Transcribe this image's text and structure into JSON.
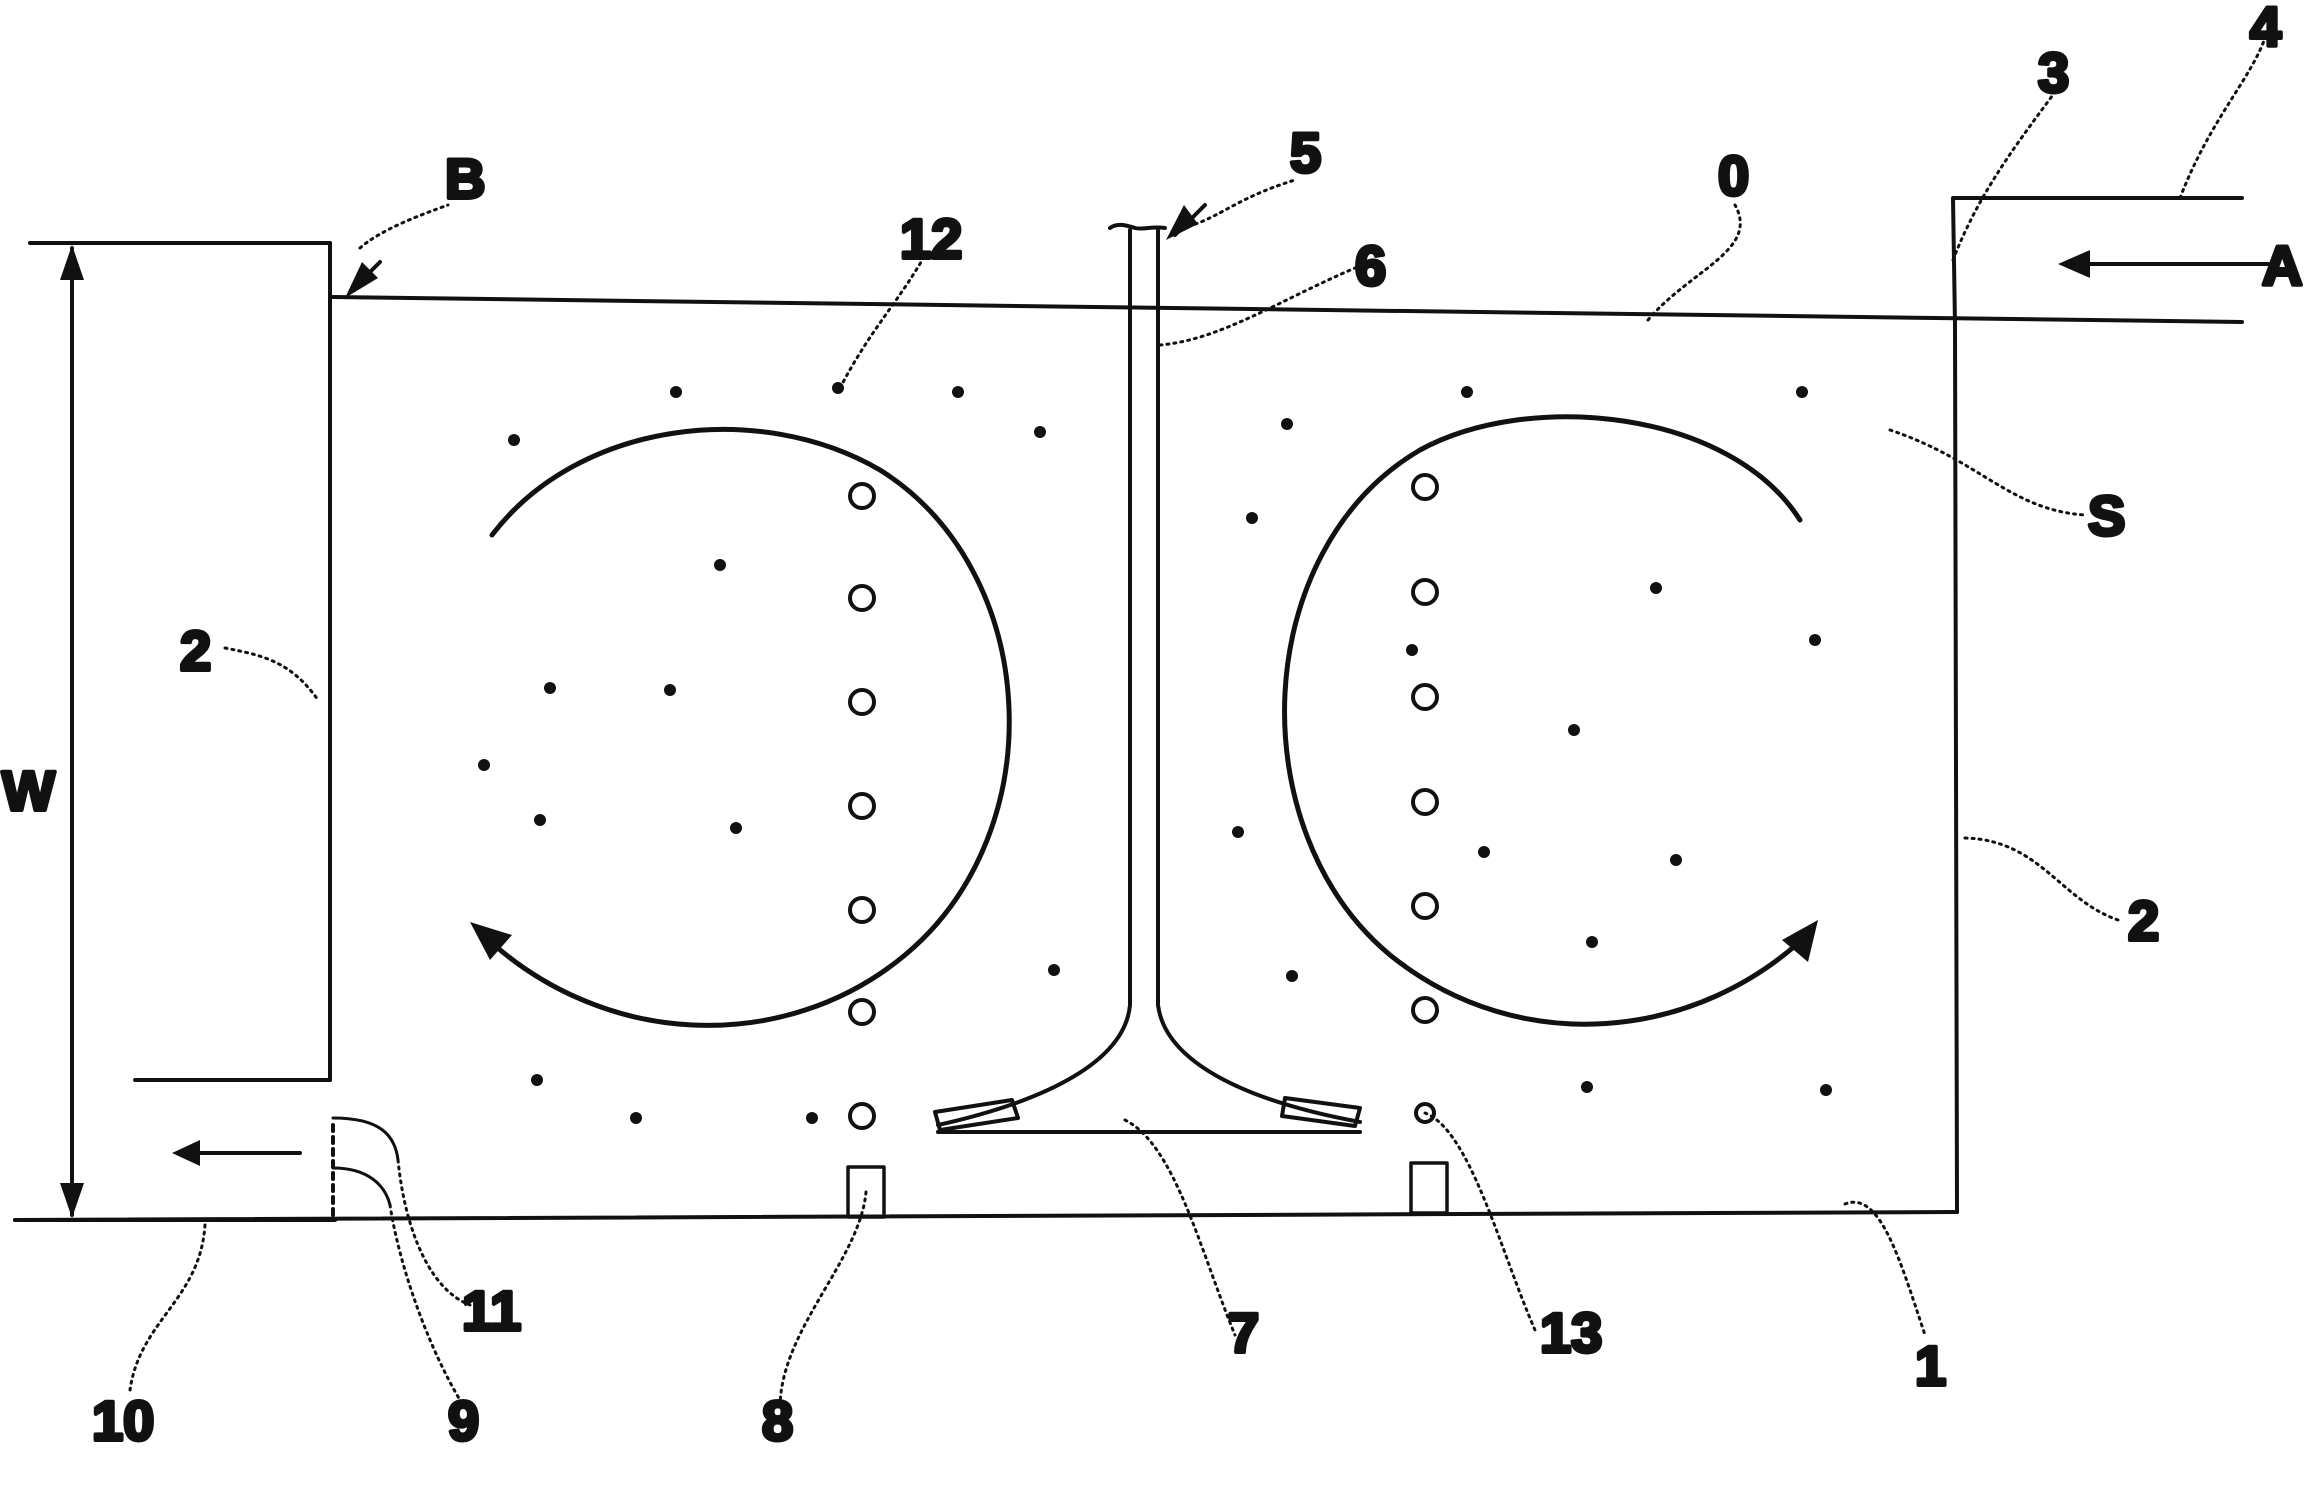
{
  "labels": {
    "ref_0": "0",
    "ref_1": "1",
    "ref_2_left": "2",
    "ref_2_right": "2",
    "ref_3": "3",
    "ref_4": "4",
    "ref_5": "5",
    "ref_6": "6",
    "ref_7": "7",
    "ref_8": "8",
    "ref_9": "9",
    "ref_10": "10",
    "ref_11": "11",
    "ref_12": "12",
    "ref_13": "13",
    "letter_A": "A",
    "letter_B": "B",
    "letter_S": "S",
    "letter_W": "W"
  },
  "colors": {
    "line": "#111111",
    "background": "#ffffff"
  }
}
